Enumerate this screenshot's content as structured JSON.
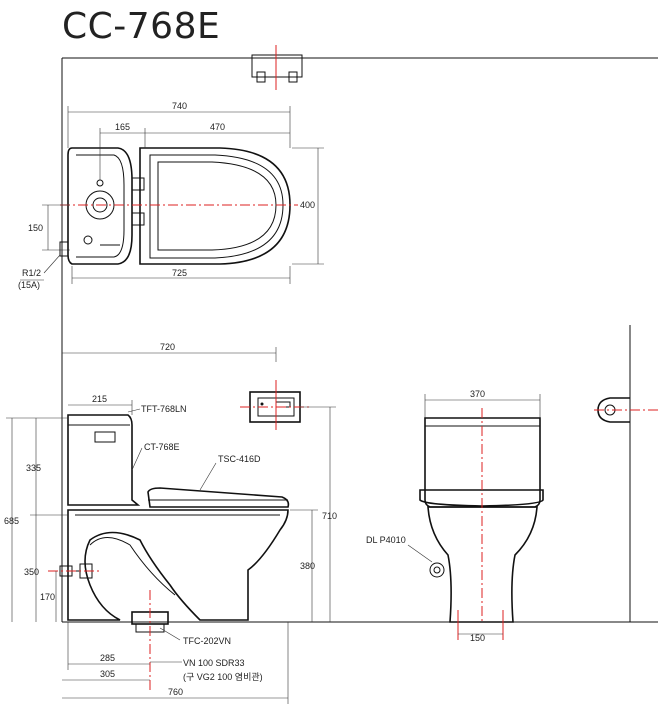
{
  "title": "CC-768E",
  "dimensions": {
    "top_overall": "740",
    "top_tank": "165",
    "top_bowl": "470",
    "top_depth": "400",
    "top_inlet_offset": "150",
    "top_base": "725",
    "side_reach": "720",
    "side_tank": "215",
    "side_height_total": "685",
    "side_tank_height": "335",
    "side_inlet_height": "350",
    "side_inlet_low": "170",
    "side_overall_height": "710",
    "side_seat_height": "380",
    "side_outlet_1": "285",
    "side_outlet_2": "305",
    "side_overall_depth": "760",
    "front_width": "370",
    "front_outlet": "150"
  },
  "labels": {
    "inlet_size": "R1/2",
    "inlet_size_sub": "(15A)",
    "tank_fitting": "TFT-768LN",
    "tank": "CT-768E",
    "seat": "TSC-416D",
    "flange": "TFC-202VN",
    "pipe": "VN 100 SDR33",
    "pipe_sub": "(구 VG2 100 염비관)",
    "valve": "DL P4010"
  }
}
